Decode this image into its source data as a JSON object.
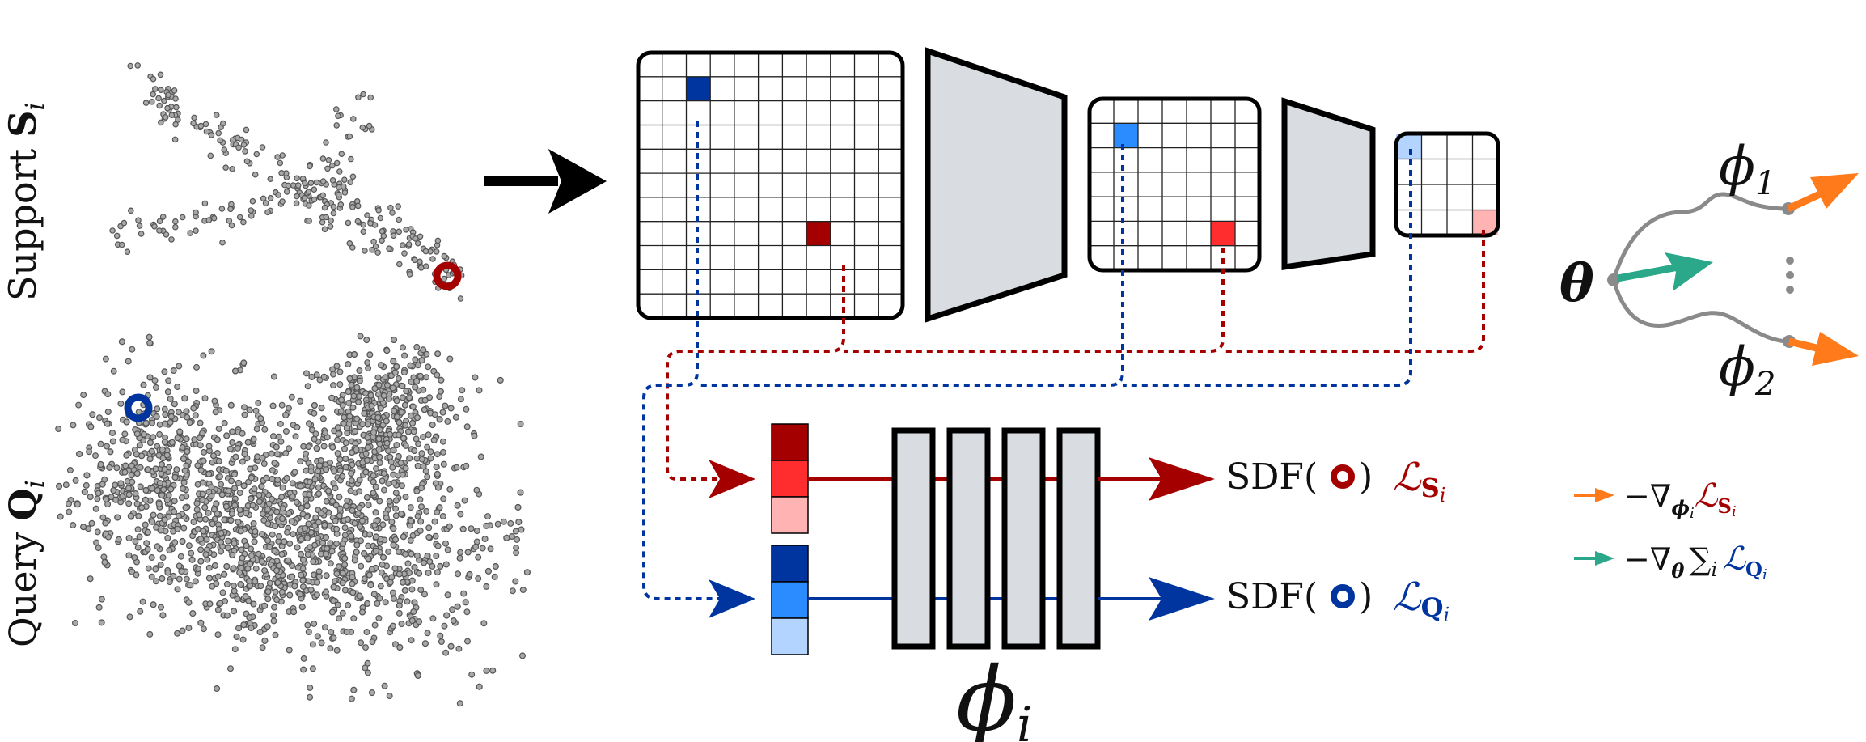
{
  "labels": {
    "support": "Support",
    "support_sym": "S",
    "support_sub": "i",
    "query": "Query",
    "query_sym": "Q",
    "query_sub": "i",
    "sdf": "SDF(",
    "sdf_close": ")",
    "loss_script": "ℒ",
    "loss_s_bold": "S",
    "loss_s_sub": "i",
    "loss_q_bold": "Q",
    "loss_q_sub": "i",
    "phi_main": "ϕ",
    "phi_main_sub": "i",
    "theta": "θ",
    "phi1": "ϕ",
    "phi1_sub": "1",
    "phi2": "ϕ",
    "phi2_sub": "2",
    "legend_orange_prefix": "−∇",
    "legend_orange_sub_phi": "ϕ",
    "legend_orange_sub_i": "i",
    "legend_orange_L": "ℒ",
    "legend_orange_bold": "S",
    "legend_orange_i": "i",
    "legend_green_prefix": "−∇",
    "legend_green_sub": "θ",
    "legend_green_sum": "∑",
    "legend_green_sum_i": "i",
    "legend_green_L": "ℒ",
    "legend_green_bold": "Q",
    "legend_green_i": "i"
  },
  "colors": {
    "red_dark": "#a50000",
    "red_mid": "#ff2d2d",
    "red_light": "#ffb3b3",
    "blue_dark": "#0035a0",
    "blue_mid": "#2b8cff",
    "blue_light": "#b3d4ff",
    "orange": "#ff7a1a",
    "teal": "#2aa889",
    "gray_block": "#d9dde2",
    "gray_curve": "#8a8a8a"
  },
  "icons": {
    "support_marker": "red-ring-marker-icon",
    "query_marker": "blue-ring-marker-icon",
    "input_arrow": "right-arrow-icon",
    "vertical_ellipsis": "vertical-ellipsis-icon"
  }
}
